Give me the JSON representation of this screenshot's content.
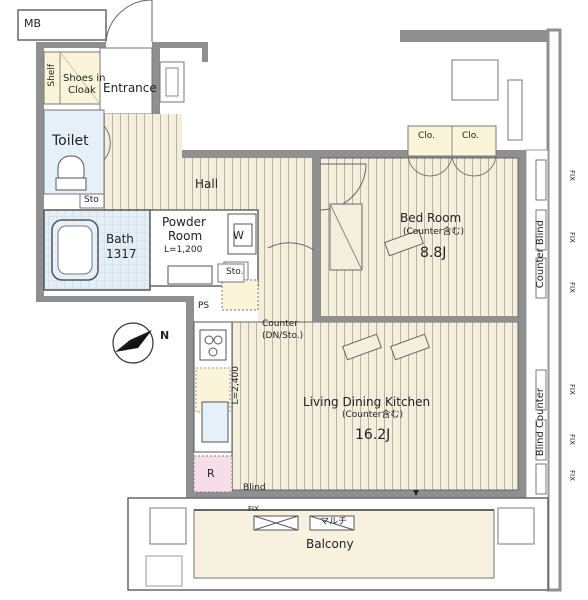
{
  "labels": {
    "mb": "MB",
    "shelf": "Shelf",
    "shoes_in_cloak_1": "Shoes in",
    "shoes_in_cloak_2": "Cloak",
    "entrance": "Entrance",
    "toilet": "Toilet",
    "sto_toilet": "Sto",
    "hall": "Hall",
    "powder_room_1": "Powder",
    "powder_room_2": "Room",
    "powder_size": "L=1,200",
    "w": "W",
    "bath": "Bath",
    "bath_size": "1317",
    "sto_kitchen": "Sto.",
    "ps": "PS",
    "counter_dn": "Counter",
    "counter_dn_sub": "(DN/Sto.)",
    "kitchen_length": "L=2,400",
    "r": "R",
    "blind_bottom": "Blind",
    "bed_room": "Bed Room",
    "bed_room_sub": "(Counter含む)",
    "bed_room_size": "8.8J",
    "clo_1": "Clo.",
    "clo_2": "Clo.",
    "ldk": "Living Dining Kitchen",
    "ldk_sub": "(Counter含む)",
    "ldk_size": "16.2J",
    "balcony": "Balcony",
    "fix_balcony": "FIX",
    "maruchi": "マルチ",
    "counter_blind_right": "Counter Blind",
    "blind_counter_right": "Blind Counter",
    "fix": "FIX",
    "north": "N"
  },
  "colors": {
    "wall": "#8f8f8f",
    "floor_line": "#bdbdbd",
    "floor_bg": "#f3ecda",
    "wet_bg": "#dcecf7",
    "closet_bg": "#faf5d8",
    "pink_bg": "#f7dde8",
    "line": "#555555"
  }
}
